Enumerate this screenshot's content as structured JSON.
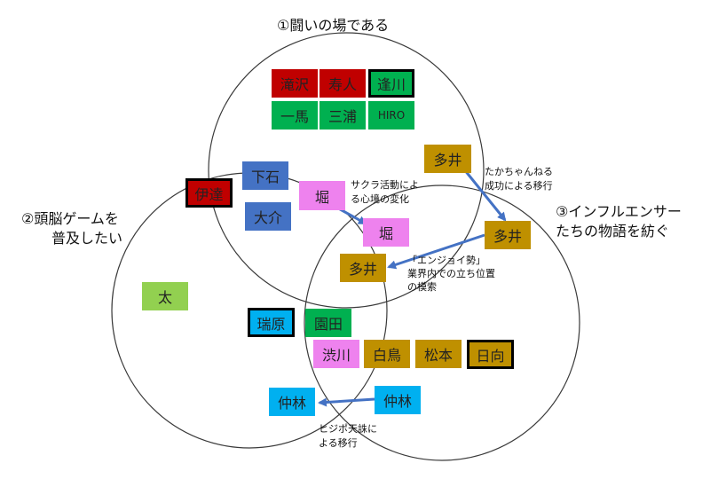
{
  "colors": {
    "red": "#c00000",
    "green": "#00b050",
    "blue": "#4472c4",
    "pink": "#ee82ee",
    "gold": "#bf9000",
    "lime": "#92d050",
    "cyan": "#00b0f0",
    "arrow": "#4472c4",
    "circle": "#3a3a3a"
  },
  "sets": {
    "top": "①闘いの場である",
    "left_line1": "②頭脳ゲームを",
    "left_line2": "普及したい",
    "right_line1": "③インフルエンサー",
    "right_line2": "たちの物語を紡ぐ"
  },
  "members": {
    "takizawa": "滝沢",
    "hisato": "寿人",
    "aikawa": "逢川",
    "kazuma": "一馬",
    "miura": "三浦",
    "hiro": "HIRO",
    "tai_top": "多井",
    "shimoishi": "下石",
    "date": "伊達",
    "hori_a": "堀",
    "daisuke": "大介",
    "hori_b": "堀",
    "tai_right": "多井",
    "tai_mid": "多井",
    "futoshi": "太",
    "mizuhara": "瑞原",
    "sonoda": "園田",
    "shibukawa": "渋川",
    "shiratori": "白鳥",
    "matsumoto": "松本",
    "hinata": "日向",
    "nakabayashi_right": "仲林",
    "nakabayashi_left": "仲林"
  },
  "notes": {
    "hori_1": "サクラ活動によ",
    "hori_2": "る心境の変化",
    "tai_1": "たかちゃんねる",
    "tai_2": "成功による移行",
    "enjoy_1": "「エンジョイ勢」",
    "enjoy_2": "業界内での立ち位置",
    "enjoy_3": "の模索",
    "naka_1": "ヒジポ天誅に",
    "naka_2": "よる移行"
  }
}
